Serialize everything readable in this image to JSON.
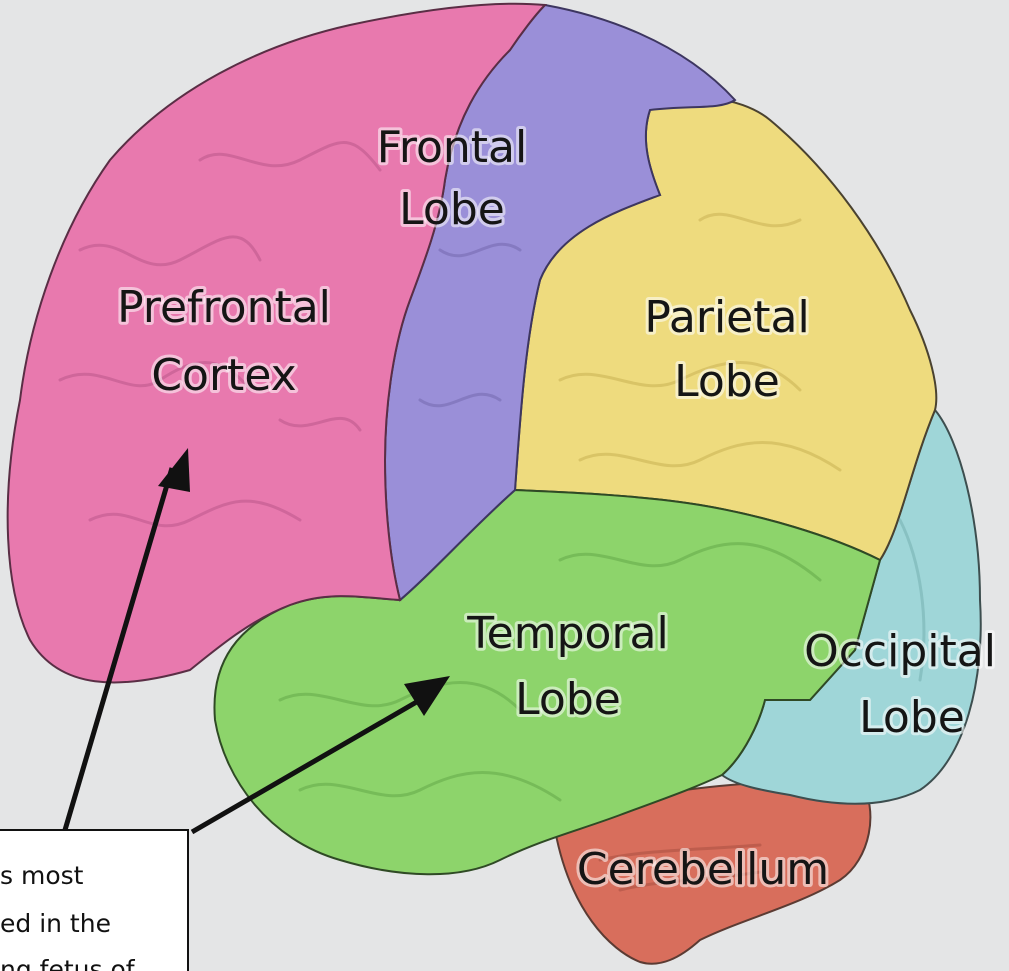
{
  "diagram": {
    "labels": {
      "frontal": [
        "Frontal",
        "Lobe"
      ],
      "prefrontal": [
        "Prefrontal",
        "Cortex"
      ],
      "parietal": [
        "Parietal",
        "Lobe"
      ],
      "temporal": [
        "Temporal",
        "Lobe"
      ],
      "occipital": [
        "Occipital",
        "Lobe"
      ],
      "cerebellum": [
        "Cerebellum"
      ]
    },
    "callout": {
      "lines": [
        "s most",
        "ed in the",
        "ng fetus of"
      ]
    },
    "colors": {
      "background": "#e4e5e6",
      "prefrontal": "#e879ae",
      "frontal": "#9a8fd8",
      "parietal": "#eedb7e",
      "temporal": "#8dd46b",
      "occipital": "#9fd6d8",
      "cerebellum": "#d86e5c"
    }
  }
}
